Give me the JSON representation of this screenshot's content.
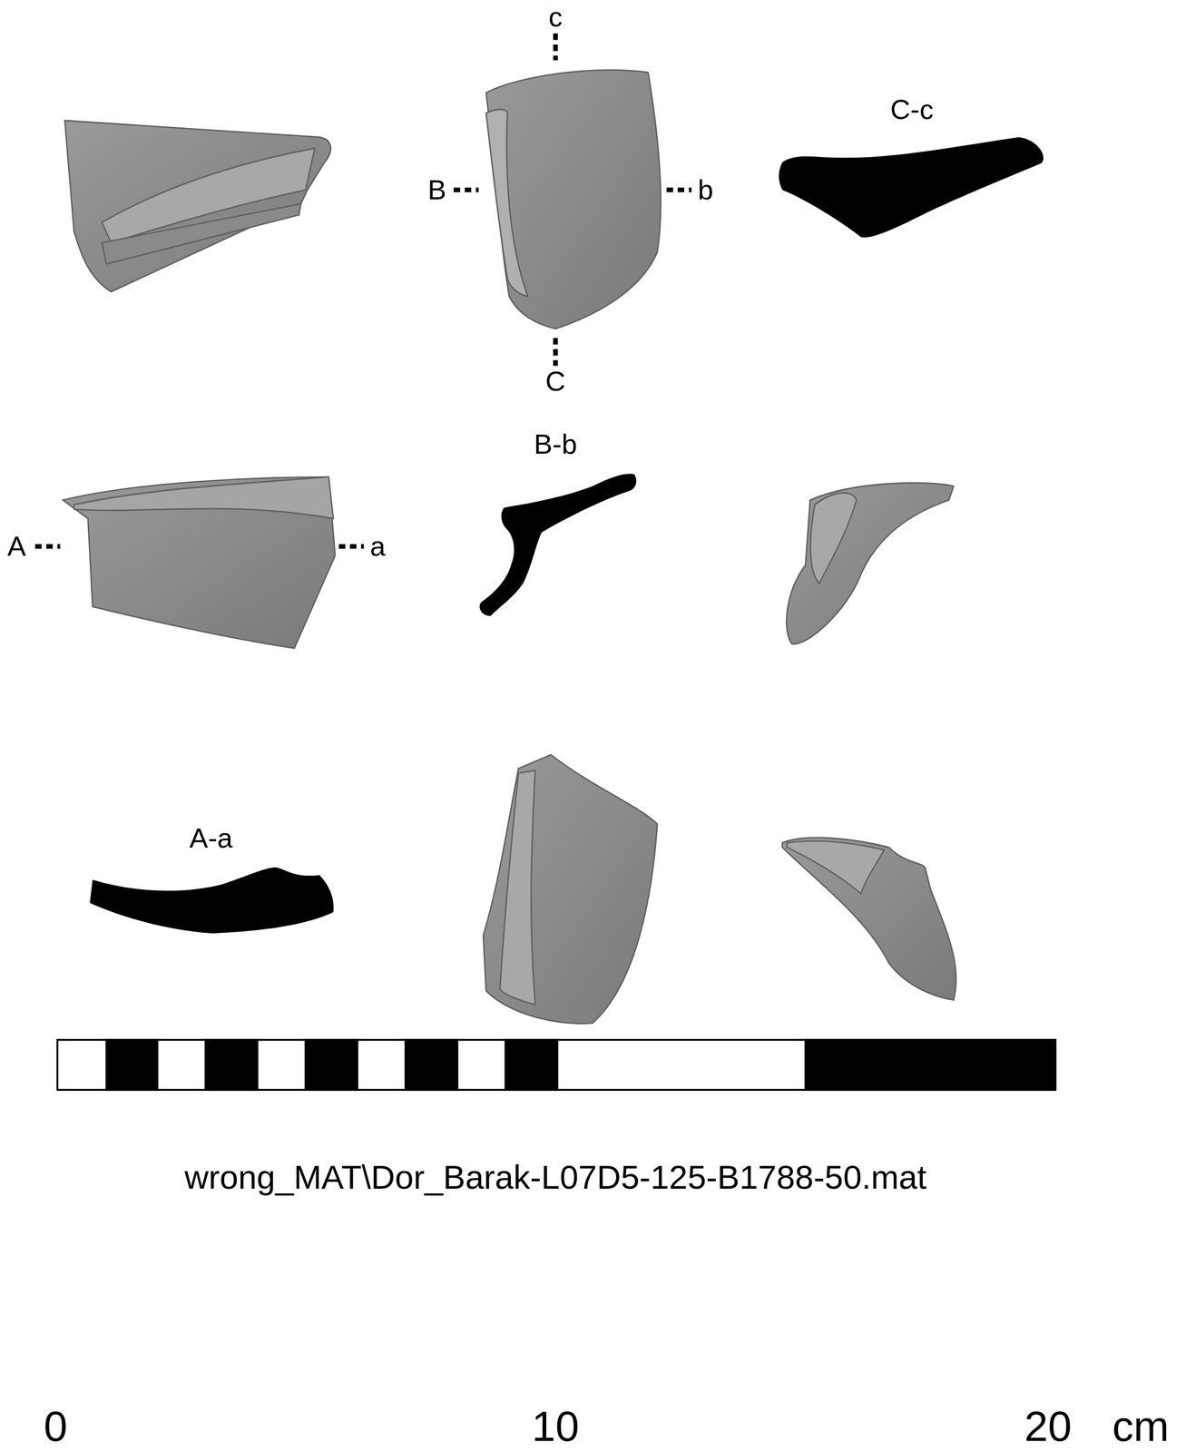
{
  "diagram": {
    "labels": [
      "c",
      "B",
      "b",
      "C-c",
      "C",
      "B-b",
      "A",
      "a",
      "A-a",
      "wrong_MAT\\Dor_Barak-L07D5-125-B1788-50.mat",
      "0",
      "10",
      "20",
      "cm"
    ]
  }
}
